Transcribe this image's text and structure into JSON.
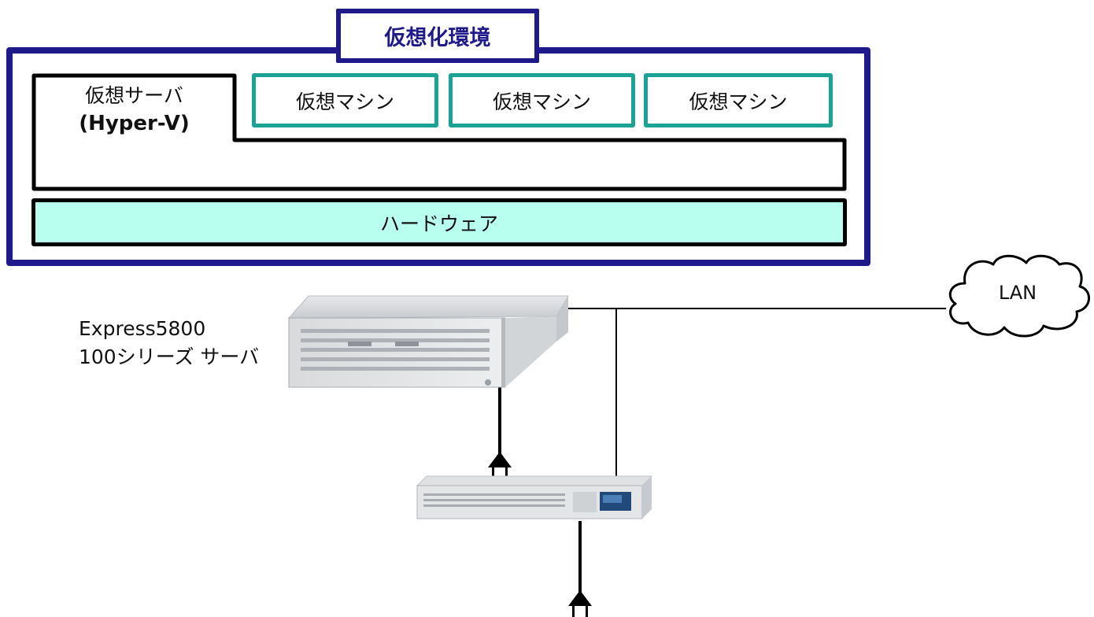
{
  "environment": {
    "title": "仮想化環境"
  },
  "virtual_server": {
    "title": "仮想サーバ",
    "subtitle": "(Hyper-V)"
  },
  "virtual_machines": [
    {
      "label": "仮想マシン"
    },
    {
      "label": "仮想マシン"
    },
    {
      "label": "仮想マシン"
    }
  ],
  "hardware": {
    "label": "ハードウェア"
  },
  "server": {
    "line1": "Express5800",
    "line2": "100シリーズ サーバ"
  },
  "network": {
    "label": "LAN"
  },
  "colors": {
    "frame": "#1f1a8c",
    "vm_border": "#1aa394",
    "hardware_fill": "#b8fff0"
  },
  "icons": [
    "rack-server-image",
    "ups-device-image",
    "power-plug-icon",
    "cloud-icon"
  ]
}
